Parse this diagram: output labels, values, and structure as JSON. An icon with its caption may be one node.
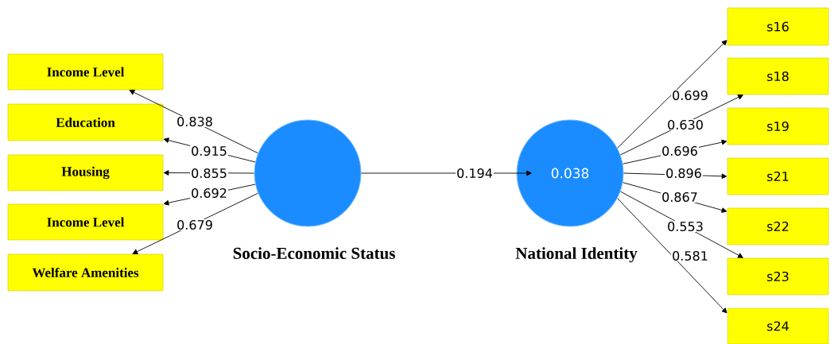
{
  "diagram": {
    "nodes": [
      {
        "text": [
          "Income Level"
        ]
      },
      {
        "text": [
          "Education"
        ]
      },
      {
        "text": [
          "Housing"
        ]
      },
      {
        "text": [
          "Income Level"
        ]
      },
      {
        "text": [
          "Welfare Amenities"
        ]
      },
      {
        "text": [
          "Socio-Economic Status"
        ]
      },
      {
        "text": [
          "0.038",
          "National Identity"
        ]
      },
      {
        "text": [
          "s16"
        ]
      },
      {
        "text": [
          "s18"
        ]
      },
      {
        "text": [
          "s19"
        ]
      },
      {
        "text": [
          "s21"
        ]
      },
      {
        "text": [
          "s22"
        ]
      },
      {
        "text": [
          "s23"
        ]
      },
      {
        "text": [
          "s24"
        ]
      }
    ],
    "edges": [
      {
        "from": 5,
        "to": 6,
        "arrow": "to",
        "label": "0.194"
      },
      {
        "from": 5,
        "to": 0,
        "arrow": "to",
        "label": "0.838"
      },
      {
        "from": 5,
        "to": 1,
        "arrow": "to",
        "label": "0.915"
      },
      {
        "from": 5,
        "to": 2,
        "arrow": "to",
        "label": "0.855"
      },
      {
        "from": 5,
        "to": 3,
        "arrow": "to",
        "label": "0.692"
      },
      {
        "from": 5,
        "to": 4,
        "arrow": "to",
        "label": "0.679"
      },
      {
        "from": 6,
        "to": 7,
        "arrow": "to",
        "label": "0.699"
      },
      {
        "from": 6,
        "to": 8,
        "arrow": "to",
        "label": "0.630"
      },
      {
        "from": 6,
        "to": 9,
        "arrow": "to",
        "label": "0.696"
      },
      {
        "from": 6,
        "to": 10,
        "arrow": "to",
        "label": "0.896"
      },
      {
        "from": 6,
        "to": 11,
        "arrow": "to",
        "label": "0.867"
      },
      {
        "from": 6,
        "to": 12,
        "arrow": "to",
        "label": "0.553"
      },
      {
        "from": 6,
        "to": 13,
        "arrow": "to",
        "label": "0.581"
      }
    ]
  }
}
